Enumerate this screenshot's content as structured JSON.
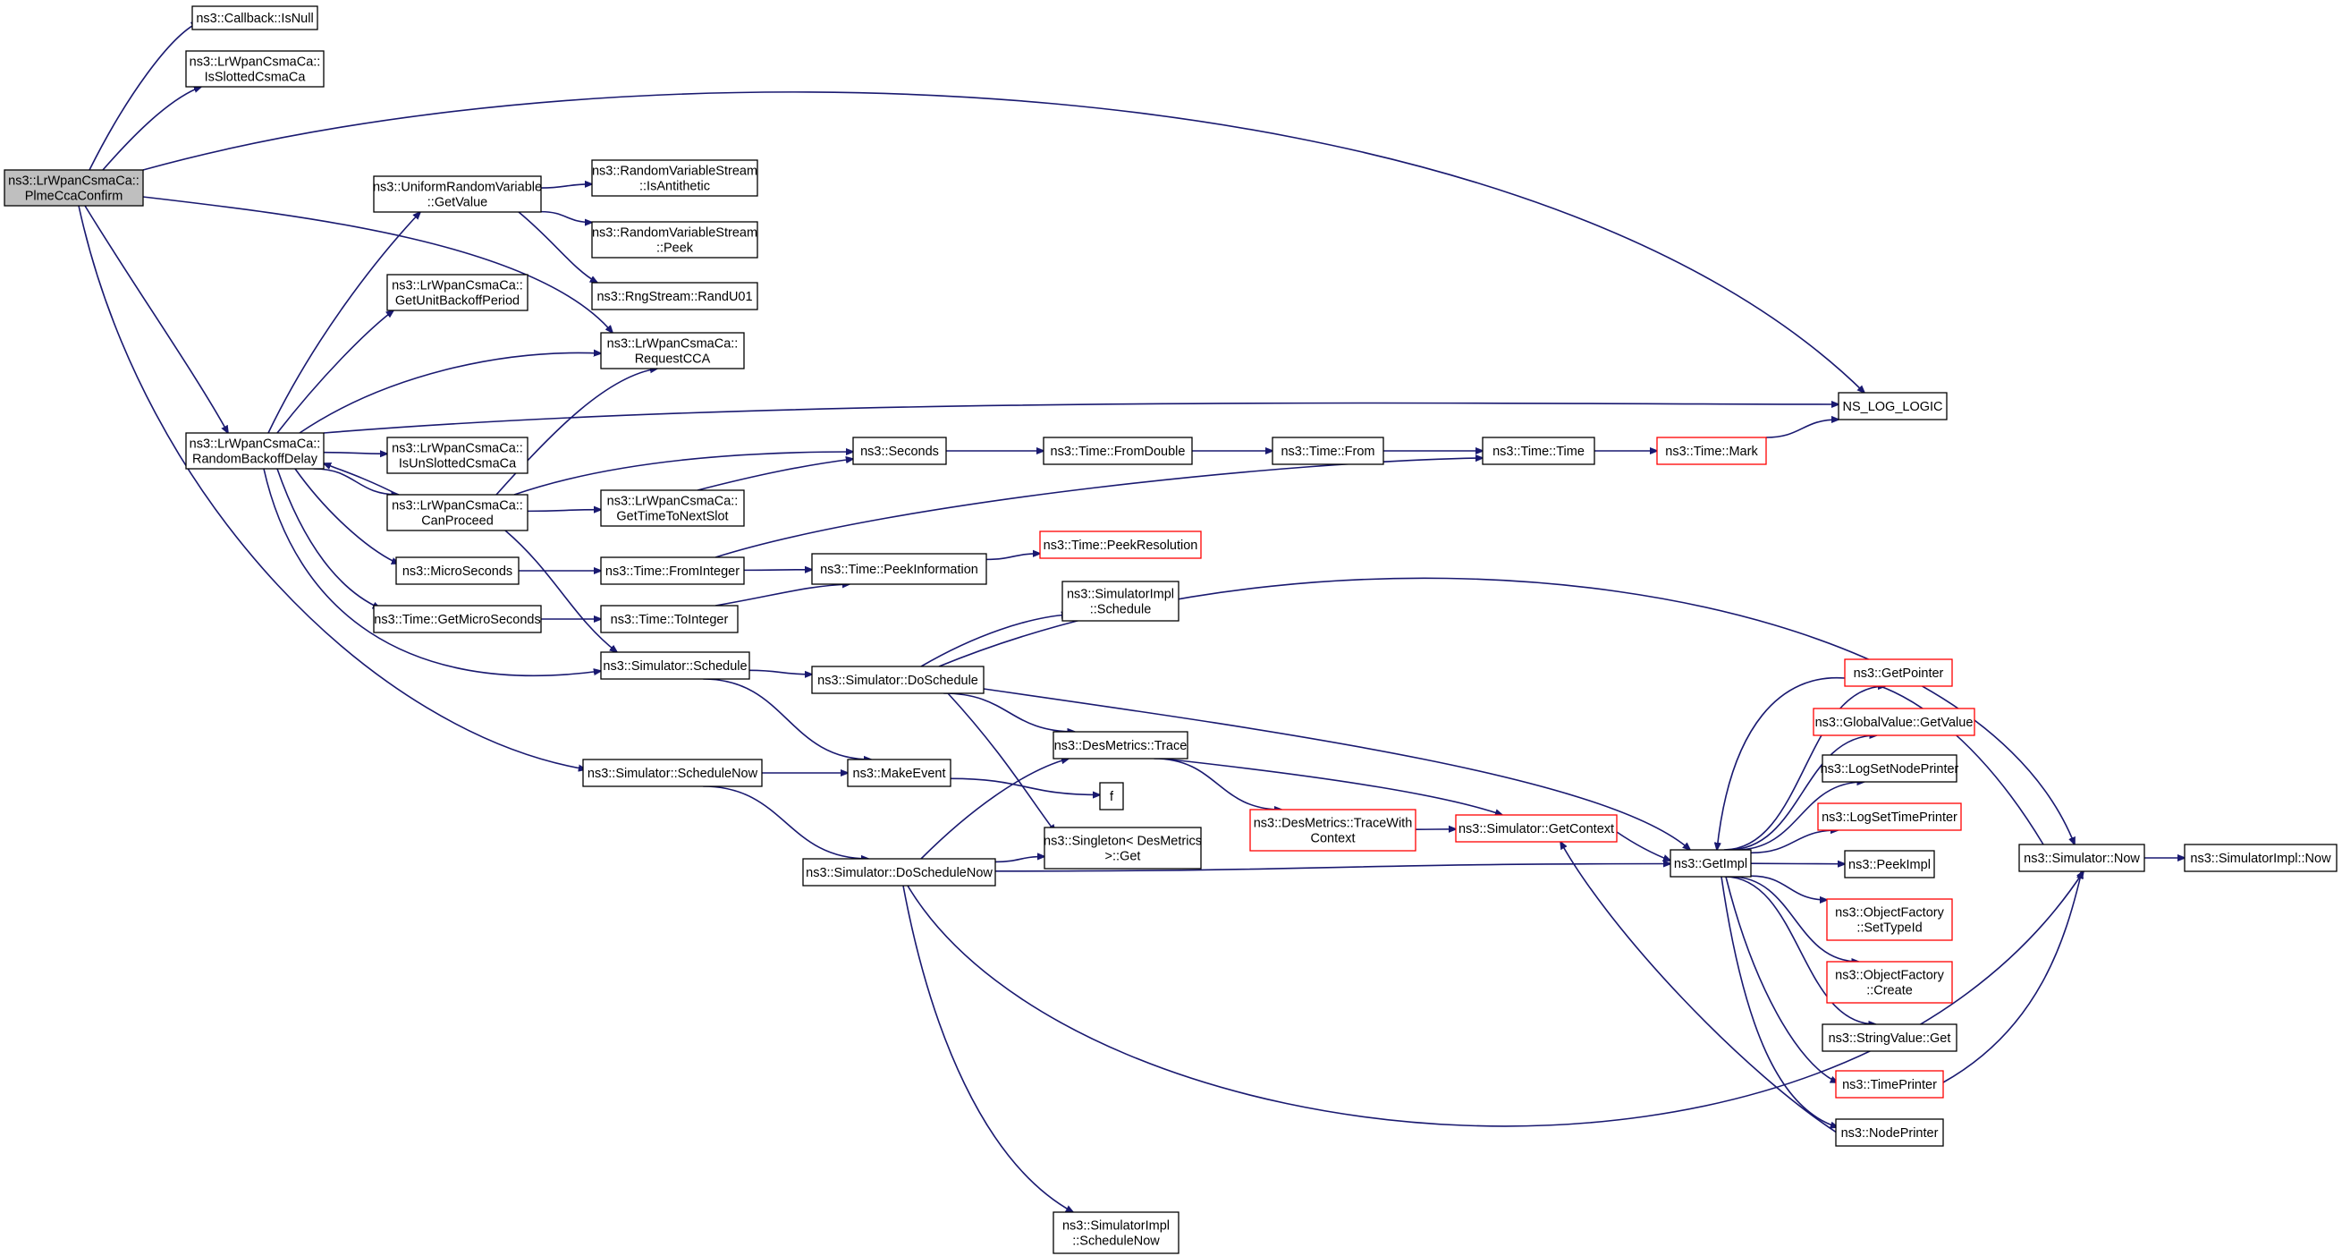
{
  "colors": {
    "edge": "#191970",
    "node_border": "#000000",
    "truncated_border": "#ff0000",
    "root_fill": "#bfbfbf",
    "node_fill": "#ffffff"
  },
  "nodes": [
    {
      "id": "root",
      "lines": [
        "ns3::LrWpanCsmaCa::",
        "PlmeCcaConfirm"
      ],
      "style": "root"
    },
    {
      "id": "isnull",
      "lines": [
        "ns3::Callback::IsNull"
      ],
      "style": "normal"
    },
    {
      "id": "isslotted",
      "lines": [
        "ns3::LrWpanCsmaCa::",
        "IsSlottedCsmaCa"
      ],
      "style": "normal"
    },
    {
      "id": "getvalue_u",
      "lines": [
        "ns3::UniformRandomVariable",
        "::GetValue"
      ],
      "style": "normal"
    },
    {
      "id": "isanti",
      "lines": [
        "ns3::RandomVariableStream",
        "::IsAntithetic"
      ],
      "style": "normal"
    },
    {
      "id": "peek_rvs",
      "lines": [
        "ns3::RandomVariableStream",
        "::Peek"
      ],
      "style": "normal"
    },
    {
      "id": "randu01",
      "lines": [
        "ns3::RngStream::RandU01"
      ],
      "style": "normal"
    },
    {
      "id": "getunit",
      "lines": [
        "ns3::LrWpanCsmaCa::",
        "GetUnitBackoffPeriod"
      ],
      "style": "normal"
    },
    {
      "id": "requestcca",
      "lines": [
        "ns3::LrWpanCsmaCa::",
        "RequestCCA"
      ],
      "style": "normal"
    },
    {
      "id": "nslog",
      "lines": [
        "NS_LOG_LOGIC"
      ],
      "style": "normal"
    },
    {
      "id": "randombackoff",
      "lines": [
        "ns3::LrWpanCsmaCa::",
        "RandomBackoffDelay"
      ],
      "style": "normal"
    },
    {
      "id": "isunslotted",
      "lines": [
        "ns3::LrWpanCsmaCa::",
        "IsUnSlottedCsmaCa"
      ],
      "style": "normal"
    },
    {
      "id": "canproceed",
      "lines": [
        "ns3::LrWpanCsmaCa::",
        "CanProceed"
      ],
      "style": "normal"
    },
    {
      "id": "seconds",
      "lines": [
        "ns3::Seconds"
      ],
      "style": "normal"
    },
    {
      "id": "fromdouble",
      "lines": [
        "ns3::Time::FromDouble"
      ],
      "style": "normal"
    },
    {
      "id": "from",
      "lines": [
        "ns3::Time::From"
      ],
      "style": "normal"
    },
    {
      "id": "time",
      "lines": [
        "ns3::Time::Time"
      ],
      "style": "normal"
    },
    {
      "id": "mark",
      "lines": [
        "ns3::Time::Mark"
      ],
      "style": "truncated"
    },
    {
      "id": "gettimenext",
      "lines": [
        "ns3::LrWpanCsmaCa::",
        "GetTimeToNextSlot"
      ],
      "style": "normal"
    },
    {
      "id": "microseconds",
      "lines": [
        "ns3::MicroSeconds"
      ],
      "style": "normal"
    },
    {
      "id": "frominteger",
      "lines": [
        "ns3::Time::FromInteger"
      ],
      "style": "normal"
    },
    {
      "id": "peekinfo",
      "lines": [
        "ns3::Time::PeekInformation"
      ],
      "style": "normal"
    },
    {
      "id": "peekres",
      "lines": [
        "ns3::Time::PeekResolution"
      ],
      "style": "truncated"
    },
    {
      "id": "getmicro",
      "lines": [
        "ns3::Time::GetMicroSeconds"
      ],
      "style": "normal"
    },
    {
      "id": "tointeger",
      "lines": [
        "ns3::Time::ToInteger"
      ],
      "style": "normal"
    },
    {
      "id": "simimpl_sched",
      "lines": [
        "ns3::SimulatorImpl",
        "::Schedule"
      ],
      "style": "normal"
    },
    {
      "id": "schedule",
      "lines": [
        "ns3::Simulator::Schedule"
      ],
      "style": "normal"
    },
    {
      "id": "doschedule",
      "lines": [
        "ns3::Simulator::DoSchedule"
      ],
      "style": "normal"
    },
    {
      "id": "schedulenow",
      "lines": [
        "ns3::Simulator::ScheduleNow"
      ],
      "style": "normal"
    },
    {
      "id": "makeevent",
      "lines": [
        "ns3::MakeEvent"
      ],
      "style": "normal"
    },
    {
      "id": "destrace",
      "lines": [
        "ns3::DesMetrics::Trace"
      ],
      "style": "normal"
    },
    {
      "id": "f",
      "lines": [
        "f"
      ],
      "style": "normal"
    },
    {
      "id": "tracewith",
      "lines": [
        "ns3::DesMetrics::TraceWith",
        "Context"
      ],
      "style": "truncated"
    },
    {
      "id": "getcontext",
      "lines": [
        "ns3::Simulator::GetContext"
      ],
      "style": "truncated"
    },
    {
      "id": "singleton",
      "lines": [
        "ns3::Singleton< DesMetrics",
        ">::Get"
      ],
      "style": "normal"
    },
    {
      "id": "doschednow",
      "lines": [
        "ns3::Simulator::DoScheduleNow"
      ],
      "style": "normal"
    },
    {
      "id": "getimpl",
      "lines": [
        "ns3::GetImpl"
      ],
      "style": "normal"
    },
    {
      "id": "getpointer",
      "lines": [
        "ns3::GetPointer"
      ],
      "style": "truncated"
    },
    {
      "id": "globalget",
      "lines": [
        "ns3::GlobalValue::GetValue"
      ],
      "style": "truncated"
    },
    {
      "id": "lognode",
      "lines": [
        "ns3::LogSetNodePrinter"
      ],
      "style": "normal"
    },
    {
      "id": "logtime",
      "lines": [
        "ns3::LogSetTimePrinter"
      ],
      "style": "truncated"
    },
    {
      "id": "peekimpl",
      "lines": [
        "ns3::PeekImpl"
      ],
      "style": "normal"
    },
    {
      "id": "settypeid",
      "lines": [
        "ns3::ObjectFactory",
        "::SetTypeId"
      ],
      "style": "truncated"
    },
    {
      "id": "create",
      "lines": [
        "ns3::ObjectFactory",
        "::Create"
      ],
      "style": "truncated"
    },
    {
      "id": "stringget",
      "lines": [
        "ns3::StringValue::Get"
      ],
      "style": "normal"
    },
    {
      "id": "timeprinter",
      "lines": [
        "ns3::TimePrinter"
      ],
      "style": "truncated"
    },
    {
      "id": "nodeprinter",
      "lines": [
        "ns3::NodePrinter"
      ],
      "style": "normal"
    },
    {
      "id": "simnow",
      "lines": [
        "ns3::Simulator::Now"
      ],
      "style": "normal"
    },
    {
      "id": "simimplnow",
      "lines": [
        "ns3::SimulatorImpl::Now"
      ],
      "style": "normal"
    },
    {
      "id": "simimpl_schednow",
      "lines": [
        "ns3::SimulatorImpl",
        "::ScheduleNow"
      ],
      "style": "normal"
    }
  ],
  "edges": [
    {
      "from": "root",
      "to": "isnull"
    },
    {
      "from": "root",
      "to": "isslotted"
    },
    {
      "from": "root",
      "to": "nslog"
    },
    {
      "from": "root",
      "to": "requestcca"
    },
    {
      "from": "root",
      "to": "randombackoff"
    },
    {
      "from": "root",
      "to": "schedulenow"
    },
    {
      "from": "getvalue_u",
      "to": "isanti"
    },
    {
      "from": "getvalue_u",
      "to": "peek_rvs"
    },
    {
      "from": "getvalue_u",
      "to": "randu01"
    },
    {
      "from": "randombackoff",
      "to": "getvalue_u"
    },
    {
      "from": "randombackoff",
      "to": "getunit"
    },
    {
      "from": "randombackoff",
      "to": "requestcca"
    },
    {
      "from": "randombackoff",
      "to": "nslog"
    },
    {
      "from": "randombackoff",
      "to": "isunslotted"
    },
    {
      "from": "randombackoff",
      "to": "canproceed"
    },
    {
      "from": "randombackoff",
      "to": "microseconds"
    },
    {
      "from": "randombackoff",
      "to": "getmicro"
    },
    {
      "from": "randombackoff",
      "to": "schedule"
    },
    {
      "from": "canproceed",
      "to": "randombackoff"
    },
    {
      "from": "canproceed",
      "to": "requestcca"
    },
    {
      "from": "canproceed",
      "to": "seconds"
    },
    {
      "from": "canproceed",
      "to": "gettimenext"
    },
    {
      "from": "canproceed",
      "to": "schedule"
    },
    {
      "from": "gettimenext",
      "to": "seconds"
    },
    {
      "from": "seconds",
      "to": "fromdouble"
    },
    {
      "from": "fromdouble",
      "to": "from"
    },
    {
      "from": "from",
      "to": "time"
    },
    {
      "from": "time",
      "to": "mark"
    },
    {
      "from": "mark",
      "to": "nslog"
    },
    {
      "from": "microseconds",
      "to": "frominteger"
    },
    {
      "from": "frominteger",
      "to": "time"
    },
    {
      "from": "frominteger",
      "to": "peekinfo"
    },
    {
      "from": "peekinfo",
      "to": "peekres"
    },
    {
      "from": "getmicro",
      "to": "tointeger"
    },
    {
      "from": "tointeger",
      "to": "peekinfo"
    },
    {
      "from": "schedule",
      "to": "doschedule"
    },
    {
      "from": "schedule",
      "to": "makeevent"
    },
    {
      "from": "schedulenow",
      "to": "makeevent"
    },
    {
      "from": "schedulenow",
      "to": "doschednow"
    },
    {
      "from": "makeevent",
      "to": "f"
    },
    {
      "from": "doschedule",
      "to": "simimpl_sched"
    },
    {
      "from": "doschedule",
      "to": "simnow"
    },
    {
      "from": "doschedule",
      "to": "destrace"
    },
    {
      "from": "doschedule",
      "to": "singleton"
    },
    {
      "from": "doschedule",
      "to": "getimpl"
    },
    {
      "from": "doschednow",
      "to": "destrace"
    },
    {
      "from": "doschednow",
      "to": "singleton"
    },
    {
      "from": "doschednow",
      "to": "getimpl"
    },
    {
      "from": "doschednow",
      "to": "simimpl_schednow"
    },
    {
      "from": "doschednow",
      "to": "simnow"
    },
    {
      "from": "destrace",
      "to": "tracewith"
    },
    {
      "from": "destrace",
      "to": "getcontext"
    },
    {
      "from": "tracewith",
      "to": "getcontext"
    },
    {
      "from": "getcontext",
      "to": "getimpl"
    },
    {
      "from": "getimpl",
      "to": "getpointer"
    },
    {
      "from": "getimpl",
      "to": "globalget"
    },
    {
      "from": "getimpl",
      "to": "lognode"
    },
    {
      "from": "getimpl",
      "to": "logtime"
    },
    {
      "from": "getimpl",
      "to": "peekimpl"
    },
    {
      "from": "getimpl",
      "to": "settypeid"
    },
    {
      "from": "getimpl",
      "to": "create"
    },
    {
      "from": "getimpl",
      "to": "stringget"
    },
    {
      "from": "getimpl",
      "to": "timeprinter"
    },
    {
      "from": "getimpl",
      "to": "nodeprinter"
    },
    {
      "from": "simnow",
      "to": "getimpl"
    },
    {
      "from": "simnow",
      "to": "simimplnow"
    },
    {
      "from": "timeprinter",
      "to": "simnow"
    },
    {
      "from": "nodeprinter",
      "to": "getcontext"
    }
  ]
}
